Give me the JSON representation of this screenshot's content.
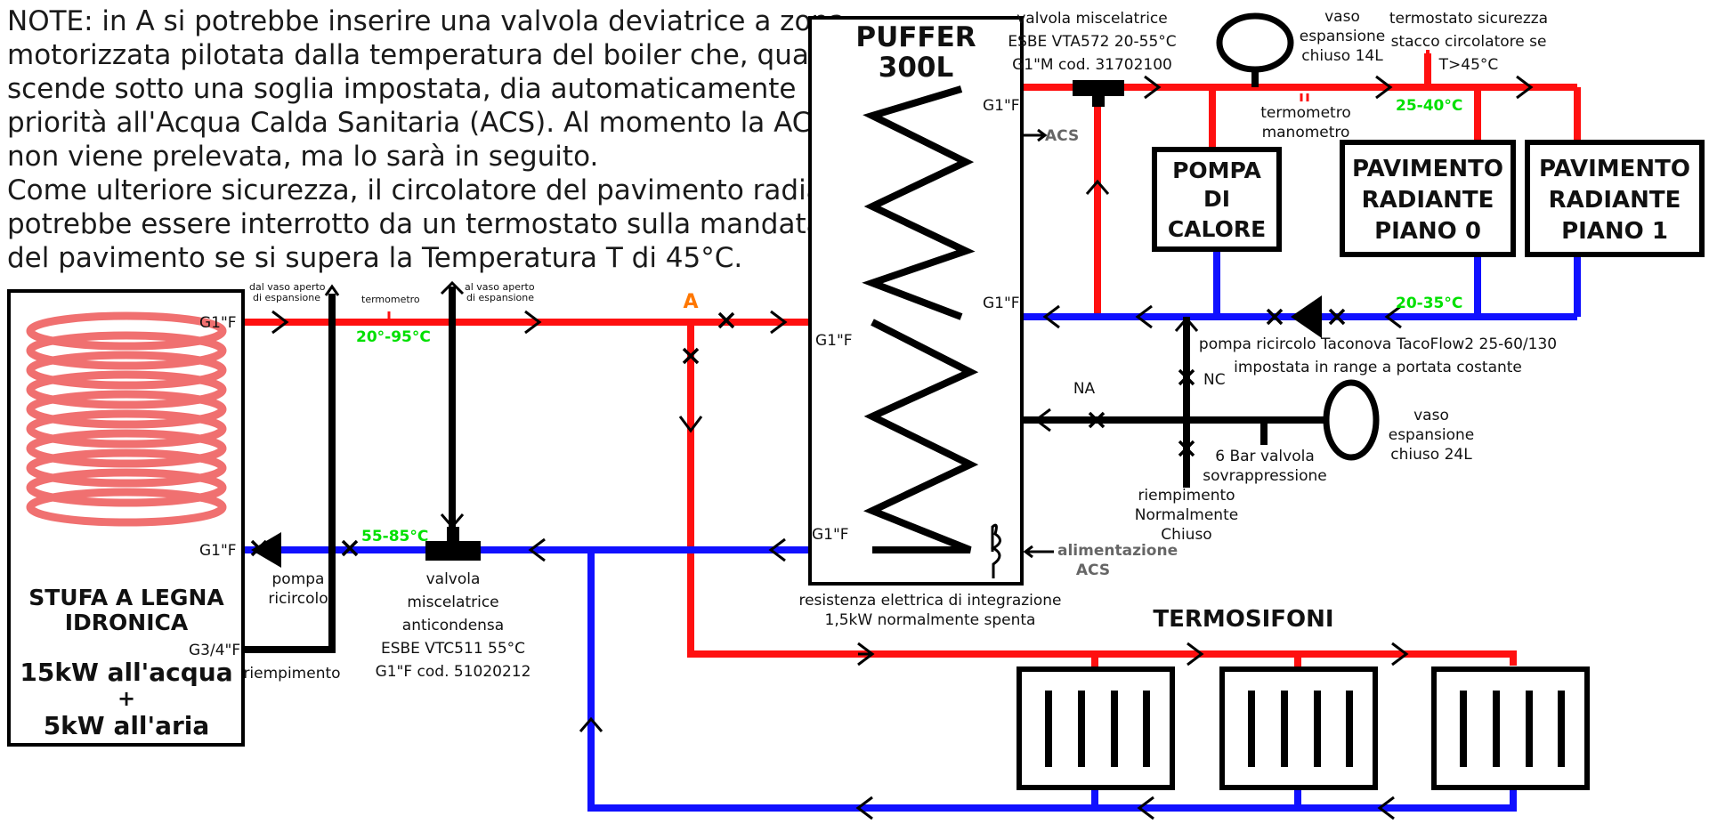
{
  "note": {
    "lines": [
      "NOTE: in A si potrebbe inserire una valvola deviatrice a zona",
      "motorizzata pilotata dalla temperatura del boiler che, quando",
      "scende sotto una soglia impostata, dia automaticamente",
      "priorità all'Acqua Calda Sanitaria (ACS). Al momento la ACS",
      "non viene prelevata, ma lo sarà in seguito.",
      "Come ulteriore sicurezza, il circolatore del pavimento radiante",
      "potrebbe essere interrotto da un termostato sulla mandata",
      "del pavimento se si supera la Temperatura T di 45°C."
    ]
  },
  "puffer": {
    "title_1": "PUFFER",
    "title_2": "300L"
  },
  "stove": {
    "name_1": "STUFA A LEGNA",
    "name_2": "IDRONICA",
    "power_1": "15kW all'acqua",
    "plus": "+",
    "power_2": "5kW all'aria",
    "conn_top": "G1\"F",
    "conn_mid": "G1\"F",
    "conn_bot": "G3/4\"F"
  },
  "labels": {
    "dal_vaso_1": "dal vaso aperto",
    "dal_vaso_2": "di espansione",
    "termometro_small": "termometro",
    "al_vaso_1": "al vaso aperto",
    "al_vaso_2": "di espansione",
    "temp_stove_supply": "20°-95°C",
    "temp_stove_return": "55-85°C",
    "point_a": "A",
    "pompa_1": "pompa",
    "pompa_2": "ricircolo",
    "riempimento": "riempimento",
    "anticond_1": "valvola",
    "anticond_2": "miscelatrice",
    "anticond_3": "anticondensa",
    "anticond_4": "ESBE VTC511 55°C",
    "anticond_5": "G1\"F cod. 51020212",
    "puffer_g1_left_top": "G1\"F",
    "puffer_g1_left_bot": "G1\"F",
    "puffer_g1_right_top": "G1\"F",
    "puffer_g1_right_mid": "G1\"F",
    "acs_out": "ACS",
    "alim_1": "alimentazione",
    "alim_2": "ACS",
    "resistenza_1": "resistenza elettrica di integrazione",
    "resistenza_2": "1,5kW normalmente spenta",
    "mix_1": "valvola miscelatrice",
    "mix_2": "ESBE VTA572 20-55°C",
    "mix_3": "G1\"M cod. 31702100",
    "vaso14_1": "vaso",
    "vaso14_2": "espansione",
    "vaso14_3": "chiuso 14L",
    "termomano_1": "termometro",
    "termomano_2": "manometro",
    "term_sic_1": "termostato sicurezza",
    "term_sic_2": "stacco circolatore se",
    "term_sic_3": "T>45°C",
    "temp_floor_supply": "25-40°C",
    "temp_floor_return": "20-35°C",
    "pompa_calore_1": "POMPA",
    "pompa_calore_2": "DI",
    "pompa_calore_3": "CALORE",
    "pav0_1": "PAVIMENTO",
    "pav0_2": "RADIANTE",
    "pav0_3": "PIANO 0",
    "pav1_1": "PAVIMENTO",
    "pav1_2": "RADIANTE",
    "pav1_3": "PIANO 1",
    "taco_1": "pompa ricircolo Taconova TacoFlow2 25-60/130",
    "taco_2": "impostata in range a portata costante",
    "na": "NA",
    "nc": "NC",
    "vaso24_1": "vaso",
    "vaso24_2": "espansione",
    "vaso24_3": "chiuso 24L",
    "sovrap_1": "6 Bar valvola",
    "sovrap_2": "sovrappressione",
    "riemp_nc_1": "riempimento",
    "riemp_nc_2": "Normalmente",
    "riemp_nc_3": "Chiuso",
    "termosifoni": "TERMOSIFONI"
  },
  "colors": {
    "supply": "#ff1010",
    "return": "#1010ff",
    "neutral": "#000000",
    "temperature": "#00e000",
    "point_a": "#ff7700",
    "coil": "#f07070"
  }
}
